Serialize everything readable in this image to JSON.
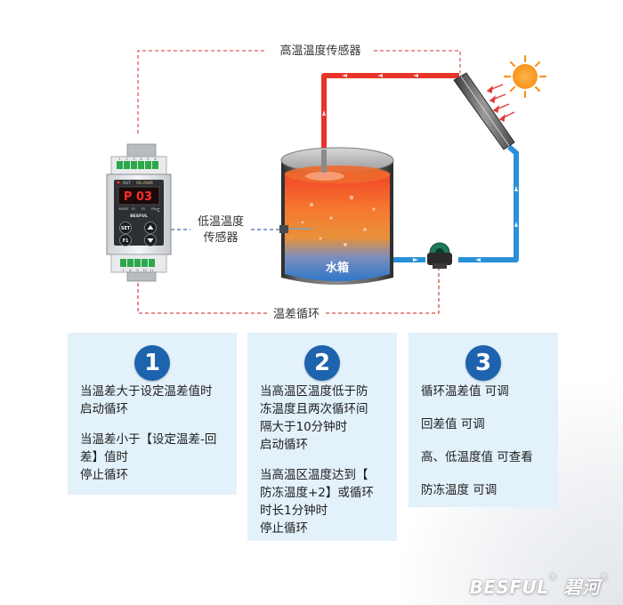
{
  "labels": {
    "high_temp_sensor": "高温温度传感器",
    "low_temp_sensor_line1": "低温温度",
    "low_temp_sensor_line2": "传感器",
    "temp_diff_cycle": "温差循环",
    "water_tank": "水箱"
  },
  "controller": {
    "display": "P 03",
    "unit": "°C",
    "brand": "BESFUL",
    "model_tag": "SR-208R",
    "out_label": "OUT",
    "indicator_labels": [
      "MODE",
      "P1",
      "P2",
      "P3"
    ],
    "button_set": "SET",
    "button_f1": "F1",
    "top_terminal_numbers": [
      "1",
      "2",
      "3",
      "4",
      "5",
      "6"
    ],
    "bottom_terminal_numbers": [
      "7",
      "8",
      "9",
      "10",
      "11"
    ]
  },
  "panels": [
    {
      "number": "1",
      "lines": [
        "当温差大于设定温差值时",
        "启动循环",
        "",
        "当温差小于【设定温差-回",
        "差】值时",
        "停止循环"
      ]
    },
    {
      "number": "2",
      "lines": [
        "当高温区温度低于防",
        "冻温度且两次循环间",
        "隔大于10分钟时",
        "启动循环",
        "",
        "当高温区温度达到【",
        "防冻温度+2】或循环",
        "时长1分钟时",
        "停止循环"
      ]
    },
    {
      "number": "3",
      "lines": [
        "循环温差值   可调",
        "回差值   可调",
        "高、低温度值   可查看",
        "防冻温度   可调"
      ]
    }
  ],
  "brand_logo": {
    "latin": "BESFUL",
    "chinese": "碧河",
    "reg_mark": "®"
  },
  "colors": {
    "hot_pipe": "#e8342a",
    "cold_pipe": "#2a8fd8",
    "sensor_dash": "#e05a5a",
    "low_sensor_dash": "#3f6fae",
    "cycle_dash": "#d94a4a",
    "panel_bg": "#e3f1fb",
    "badge": "#1d63ad",
    "sun": "#f7941d"
  },
  "icons": [
    "sun-icon",
    "pump-icon",
    "solar-collector-icon",
    "controller-icon",
    "water-tank-icon"
  ]
}
